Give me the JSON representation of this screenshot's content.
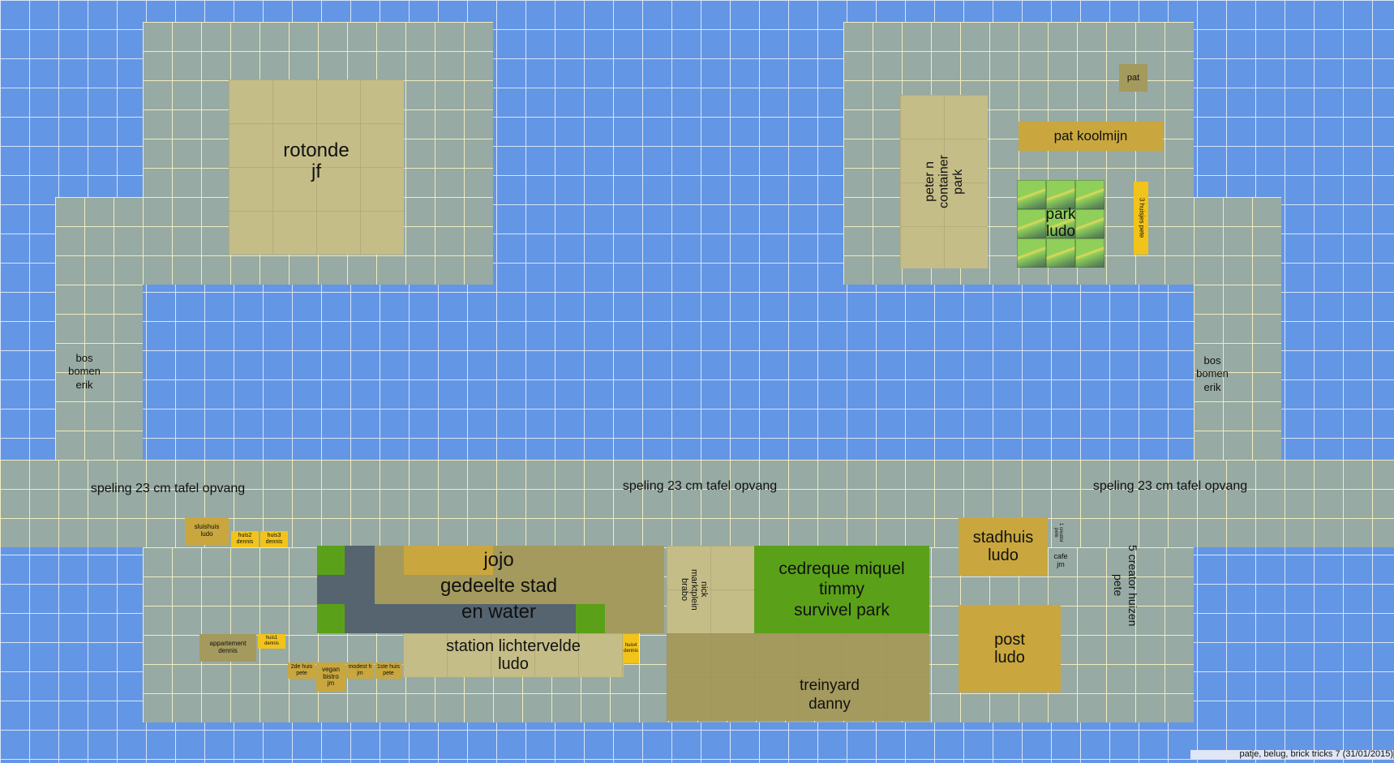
{
  "map": {
    "rotonde": "rotonde\njf",
    "pat": "pat",
    "pat_koolmijn": "pat koolmijn",
    "container_park": "peter n\ncontainer\npark",
    "park_ludo": "park\nludo",
    "huisjes_pete": "3 huisjes pete",
    "bos_left": "bos\nbomen\nerik",
    "bos_right": "bos\nbomen\nerik",
    "speling_1": "speling 23 cm tafel opvang",
    "speling_2": "speling 23 cm tafel opvang",
    "speling_3": "speling 23 cm tafel opvang",
    "sluishuis": "sluishuis\nludo",
    "huis2": "huis2\ndennis",
    "huis3": "huis3\ndennis",
    "jojo": "jojo",
    "gedeelte_stad": "gedeelte stad",
    "en_water": "en water",
    "station": "station lichtervelde\nludo",
    "appartement": "appartement\ndennis",
    "huis1_small": "huis1\ndennis",
    "huis_2de": "2de huis\npete",
    "vegan_bistro": "vegan\nbistro\njm",
    "modest": "modest h\njm",
    "1ste_huis": "1ste huis\npete",
    "huis4": "huis4\ndennis",
    "nick": "nick\nmarktplein\nbrabo",
    "cedreque": "cedreque miquel timmy\nsurvivel park",
    "treinyard": "treinyard\ndanny",
    "stadhuis": "stadhuis\nludo",
    "creator_pete": "1 creator\npete",
    "cafe": "cafe\njm",
    "creator_huizen": "5 creator huizen\npete",
    "post": "post\nludo",
    "credit": "patje, belug, brick tricks 7 (31/01/2015)"
  },
  "colors": {
    "water": "#6496e6",
    "table": "#97aaa3",
    "tan": "#c5bd87",
    "tan_dark": "#b3a46c",
    "olive": "#a49a5d",
    "gold": "#c9a73e",
    "yellow": "#f2c31b",
    "green": "#5aa119",
    "slate": "#55646f"
  }
}
